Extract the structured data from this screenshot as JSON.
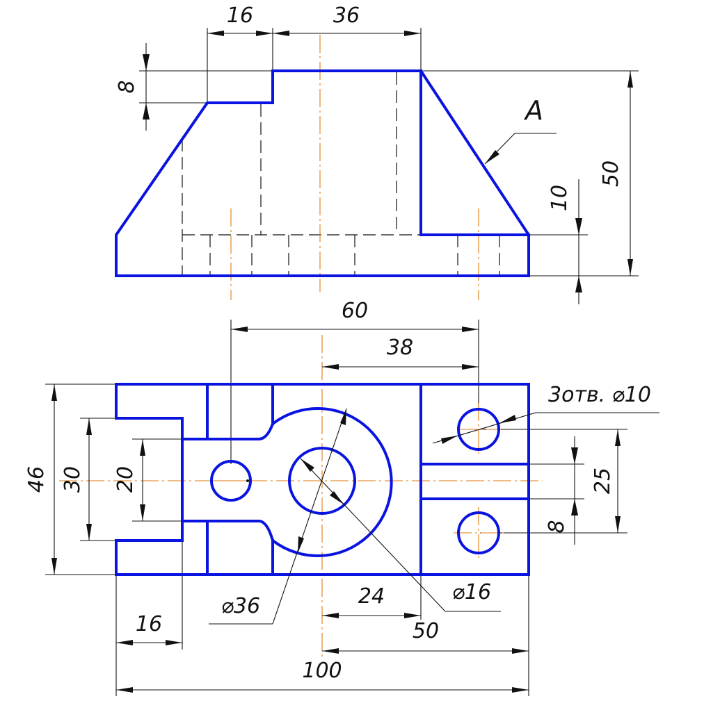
{
  "front_view": {
    "dim_16": "16",
    "dim_36": "36",
    "dim_8": "8",
    "dim_50": "50",
    "dim_10": "10",
    "view_a": "A"
  },
  "top_view": {
    "dim_60": "60",
    "dim_38": "38",
    "holes_note": "3отв. ⌀10",
    "dim_46": "46",
    "dim_30": "30",
    "dim_20": "20",
    "dim_25": "25",
    "dim_8": "8",
    "dim_d36": "⌀36",
    "dim_24": "24",
    "dim_d16": "⌀16",
    "dim_50": "50",
    "dim_16": "16",
    "dim_100": "100"
  },
  "colors": {
    "object_line": "#0a14e0",
    "center_line": "#e07a10",
    "dimension_line": "#111111"
  }
}
